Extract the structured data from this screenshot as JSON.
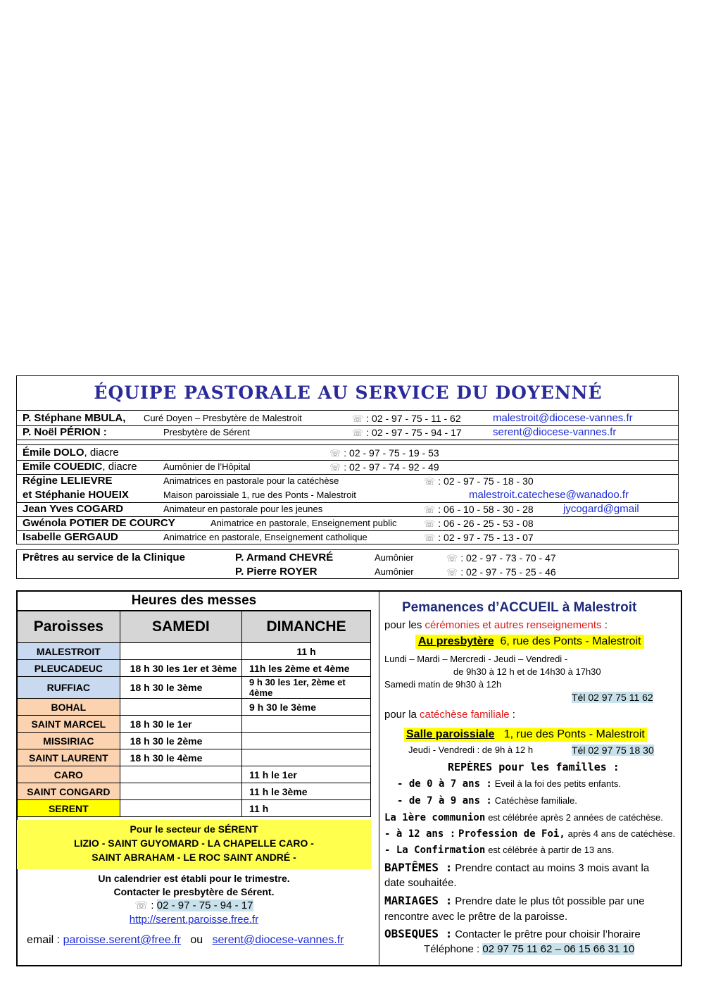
{
  "team": {
    "title": "ÉQUIPE PASTORALE AU SERVICE DU DOYENNÉ",
    "rows": [
      {
        "name": "P. Stéphane MBULA,",
        "role": "Curé Doyen – Presbytère de Malestroit",
        "tel": ": 02 - 97 - 75 - 11 - 62",
        "email": "malestroit@diocese-vannes.fr"
      },
      {
        "name": "P. Noël PÉRION :",
        "role": "Presbytère de Sérent",
        "tel": ": 02 - 97 - 75 - 94 - 17",
        "email": "serent@diocese-vannes.fr"
      },
      {
        "name": "Émile DOLO",
        "suffix": ", diacre",
        "tel": ": 02 - 97 - 75 - 19 - 53"
      },
      {
        "name": "Emile COUEDIC",
        "suffix": ", diacre",
        "role": "Aumônier de l’Hôpital",
        "tel": ": 02 - 97 - 74 - 92 - 49"
      },
      {
        "name": "Régine LELIEVRE",
        "role": "Animatrices en pastorale pour la catéchèse",
        "tel": ": 02 - 97 - 75 - 18 - 30"
      },
      {
        "name": "et Stéphanie HOUEIX",
        "role": "Maison paroissiale 1, rue des Ponts - Malestroit",
        "email": "malestroit.catechese@wanadoo.fr"
      },
      {
        "name": "Jean Yves COGARD",
        "role": "Animateur en pastorale pour les jeunes",
        "tel": ": 06 - 10 - 58 - 30 - 28",
        "email": "jycogard@gmail"
      },
      {
        "name": "Gwénola POTIER DE COURCY",
        "role": "Animatrice en pastorale, Enseignement public",
        "tel": ": 06 - 26 - 25 - 53 - 08"
      },
      {
        "name": "Isabelle GERGAUD",
        "role": "Animatrice en pastorale, Enseignement catholique",
        "tel": ": 02 - 97 - 75 - 13 - 07"
      }
    ]
  },
  "clinic": {
    "label": "Prêtres au service de la Clinique",
    "priests": [
      {
        "name": "P. Armand CHEVRÉ",
        "role": "Aumônier",
        "tel": ": 02 - 97 - 73 - 70 - 47"
      },
      {
        "name": "P. Pierre ROYER",
        "role": "Aumônier",
        "tel": ": 02 - 97 - 75 - 25 - 46"
      }
    ]
  },
  "masses": {
    "title": "Heures des messes",
    "headers": [
      "Paroisses",
      "SAMEDI",
      "DIMANCHE"
    ],
    "rows": [
      {
        "paroisse": "MALESTROIT",
        "samedi": "",
        "dimanche": "11 h",
        "color": "blue"
      },
      {
        "paroisse": "PLEUCADEUC",
        "samedi": "18 h 30   les 1er et 3ème",
        "dimanche": "11h     les 2ème et 4ème",
        "color": "blue"
      },
      {
        "paroisse": "RUFFIAC",
        "samedi": "18 h 30   le 3ème",
        "dimanche": "9 h 30 les 1er, 2ème et 4ème",
        "color": "blue"
      },
      {
        "paroisse": "BOHAL",
        "samedi": "",
        "dimanche": "9 h 30 le 3ème",
        "color": "orange"
      },
      {
        "paroisse": "SAINT MARCEL",
        "samedi": "18 h 30   le 1er",
        "dimanche": "",
        "color": "orange"
      },
      {
        "paroisse": "MISSIRIAC",
        "samedi": "18 h 30   le 2ème",
        "dimanche": "",
        "color": "orange"
      },
      {
        "paroisse": "SAINT LAURENT",
        "samedi": "18 h 30   le 4ème",
        "dimanche": "",
        "color": "orange"
      },
      {
        "paroisse": "CARO",
        "samedi": "",
        "dimanche": "11 h    le 1er",
        "color": "orange"
      },
      {
        "paroisse": "SAINT CONGARD",
        "samedi": "",
        "dimanche": "11 h    le 3ème",
        "color": "orange"
      },
      {
        "paroisse": "SERENT",
        "samedi": "",
        "dimanche": "11 h",
        "color": "yellow"
      }
    ],
    "serent_box": [
      "Pour le secteur de SÉRENT",
      "LIZIO - SAINT GUYOMARD - LA CHAPELLE CARO -",
      "SAINT ABRAHAM - LE ROC SAINT ANDRÉ -"
    ],
    "calendar": [
      "Un calendrier est établi pour le trimestre.",
      "Contacter le presbytère de Sérent."
    ],
    "tel": "02 - 97 - 75 - 94 - 17",
    "url": "http://serent.paroisse.free.fr",
    "email_label": "email :",
    "email1": "paroisse.serent@free.fr",
    "or": "ou",
    "email2": "serent@diocese-vannes.fr"
  },
  "accueil": {
    "title": "Pemanences d’ACCUEIL  à  Malestroit",
    "for1_pre": "pour les",
    "for1_red": "cérémonies et autres renseignements",
    "for1_post": ":",
    "place1": "Au presbytère",
    "addr1": "6, rue des Ponts - Malestroit",
    "days1": "Lundi – Mardi – Mercredi - Jeudi – Vendredi -",
    "hours1": "de 9h30 à 12 h et de 14h30 à 17h30",
    "sat": "Samedi matin de 9h30 à 12h",
    "tel1": "Tél 02 97 75 11 62",
    "for2_pre": "pour la",
    "for2_red": "catéchèse familiale",
    "for2_post": ":",
    "place2": "Salle paroissiale",
    "addr2": "1, rue des Ponts - Malestroit",
    "days2": "Jeudi - Vendredi : de 9h à 12 h",
    "tel2": "Tél 02 97 75 18 30",
    "reperes": "REPÈRES pour les familles :",
    "r1a": "- de 0 à 7 ans :",
    "r1b": "Eveil à la foi des petits enfants.",
    "r2a": "- de 7 à 9 ans :",
    "r2b": "Catéchèse familiale.",
    "r3a": "La 1ère communion",
    "r3b": "est célébrée après 2 années de catéchèse.",
    "r4a": "- à 12 ans :",
    "r4b": "Profession de Foi,",
    "r4c": "après 4 ans de catéchèse.",
    "r5a": "- La Confirmation",
    "r5b": "est célébrée à partir de 13 ans.",
    "bap": "BAPTÊMES :",
    "bap_t1": "Prendre contact au moins 3 mois avant la",
    "bap_t2": "date souhaitée.",
    "mar": "MARIAGES :",
    "mar_t1": "Prendre date le plus tôt possible par une",
    "mar_t2": "rencontre avec le prêtre de la paroisse.",
    "obs": "OBSEQUES :",
    "obs_t1": "Contacter le prêtre pour choisir l’horaire",
    "phone_label": "Téléphone :",
    "phone": "02 97 75 11 62 – 06 15 66 31 10"
  }
}
